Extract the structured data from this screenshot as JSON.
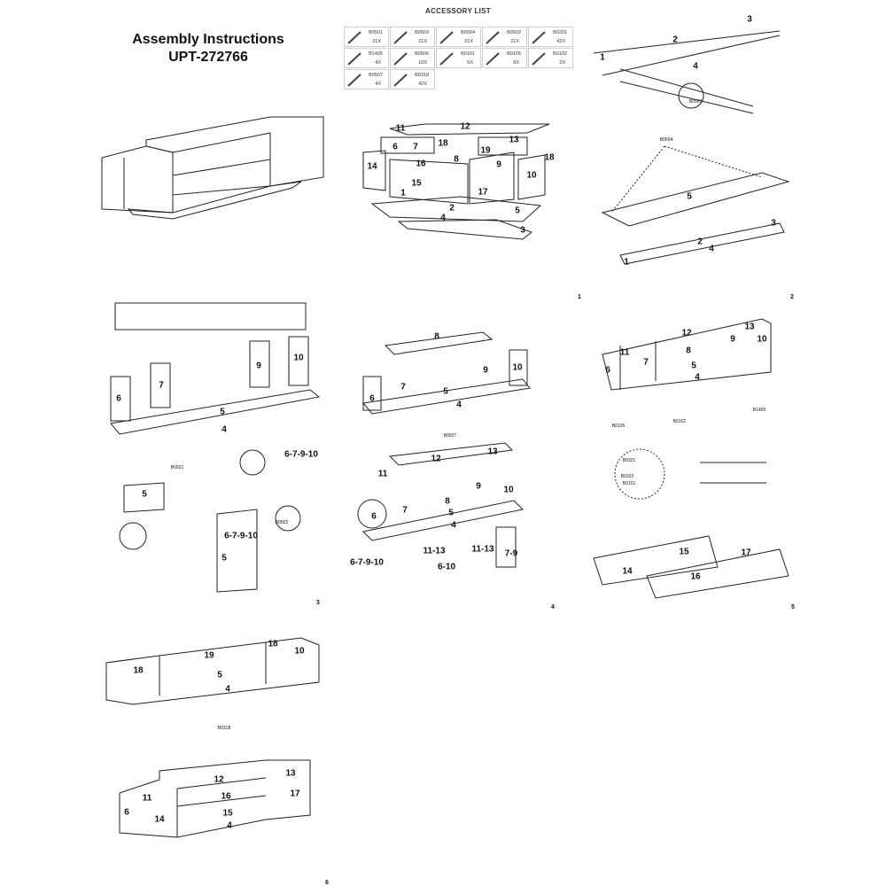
{
  "title": {
    "line1": "Assembly Instructions",
    "line2": "UPT-272766"
  },
  "accessory_list": {
    "heading": "ACCESSORY LIST",
    "items": [
      {
        "code": "B0501",
        "qty": "21X"
      },
      {
        "code": "B0503",
        "qty": "21X"
      },
      {
        "code": "B0504",
        "qty": "21X"
      },
      {
        "code": "B0502",
        "qty": "21X"
      },
      {
        "code": "B0201",
        "qty": "42X"
      },
      {
        "code": "B1405",
        "qty": "4X"
      },
      {
        "code": "B0506",
        "qty": "10X"
      },
      {
        "code": "B0101",
        "qty": "5X"
      },
      {
        "code": "B0105",
        "qty": "8X"
      },
      {
        "code": "B0102",
        "qty": "2X"
      },
      {
        "code": "B0507",
        "qty": "4X"
      },
      {
        "code": "B0318",
        "qty": "42X"
      }
    ]
  },
  "panels": [
    {
      "page": "1",
      "labels": [
        "11",
        "12",
        "6",
        "7",
        "18",
        "13",
        "19",
        "8",
        "16",
        "9",
        "14",
        "10",
        "18",
        "15",
        "17",
        "5",
        "1",
        "2",
        "4",
        "3"
      ]
    },
    {
      "page": "2",
      "labels": [
        "3",
        "2",
        "1",
        "4",
        "B0503",
        "B0504",
        "5",
        "3",
        "2",
        "4",
        "1"
      ]
    },
    {
      "page": "3",
      "labels": [
        "6",
        "7",
        "9",
        "10",
        "5",
        "4",
        "6-7-9-10",
        "5",
        "5",
        "6-7-9-10",
        "B0501",
        "B0502"
      ]
    },
    {
      "page": "4",
      "labels": [
        "8",
        "9",
        "10",
        "7",
        "5",
        "6",
        "4",
        "B0507",
        "12",
        "13",
        "11",
        "9",
        "10",
        "8",
        "5",
        "7",
        "6",
        "4",
        "11-13",
        "6-10",
        "11-13",
        "7-9",
        "6-7-9-10"
      ]
    },
    {
      "page": "5",
      "labels": [
        "12",
        "13",
        "9",
        "10",
        "11",
        "8",
        "7",
        "5",
        "6",
        "4",
        "B0105",
        "B0102",
        "B1405",
        "B0331",
        "B0102",
        "B0101",
        "15",
        "17",
        "14",
        "16"
      ]
    },
    {
      "page": "6",
      "labels": [
        "18",
        "10",
        "19",
        "18",
        "5",
        "4",
        "B0318",
        "12",
        "13",
        "11",
        "16",
        "17",
        "6",
        "15",
        "14",
        "4"
      ]
    }
  ]
}
